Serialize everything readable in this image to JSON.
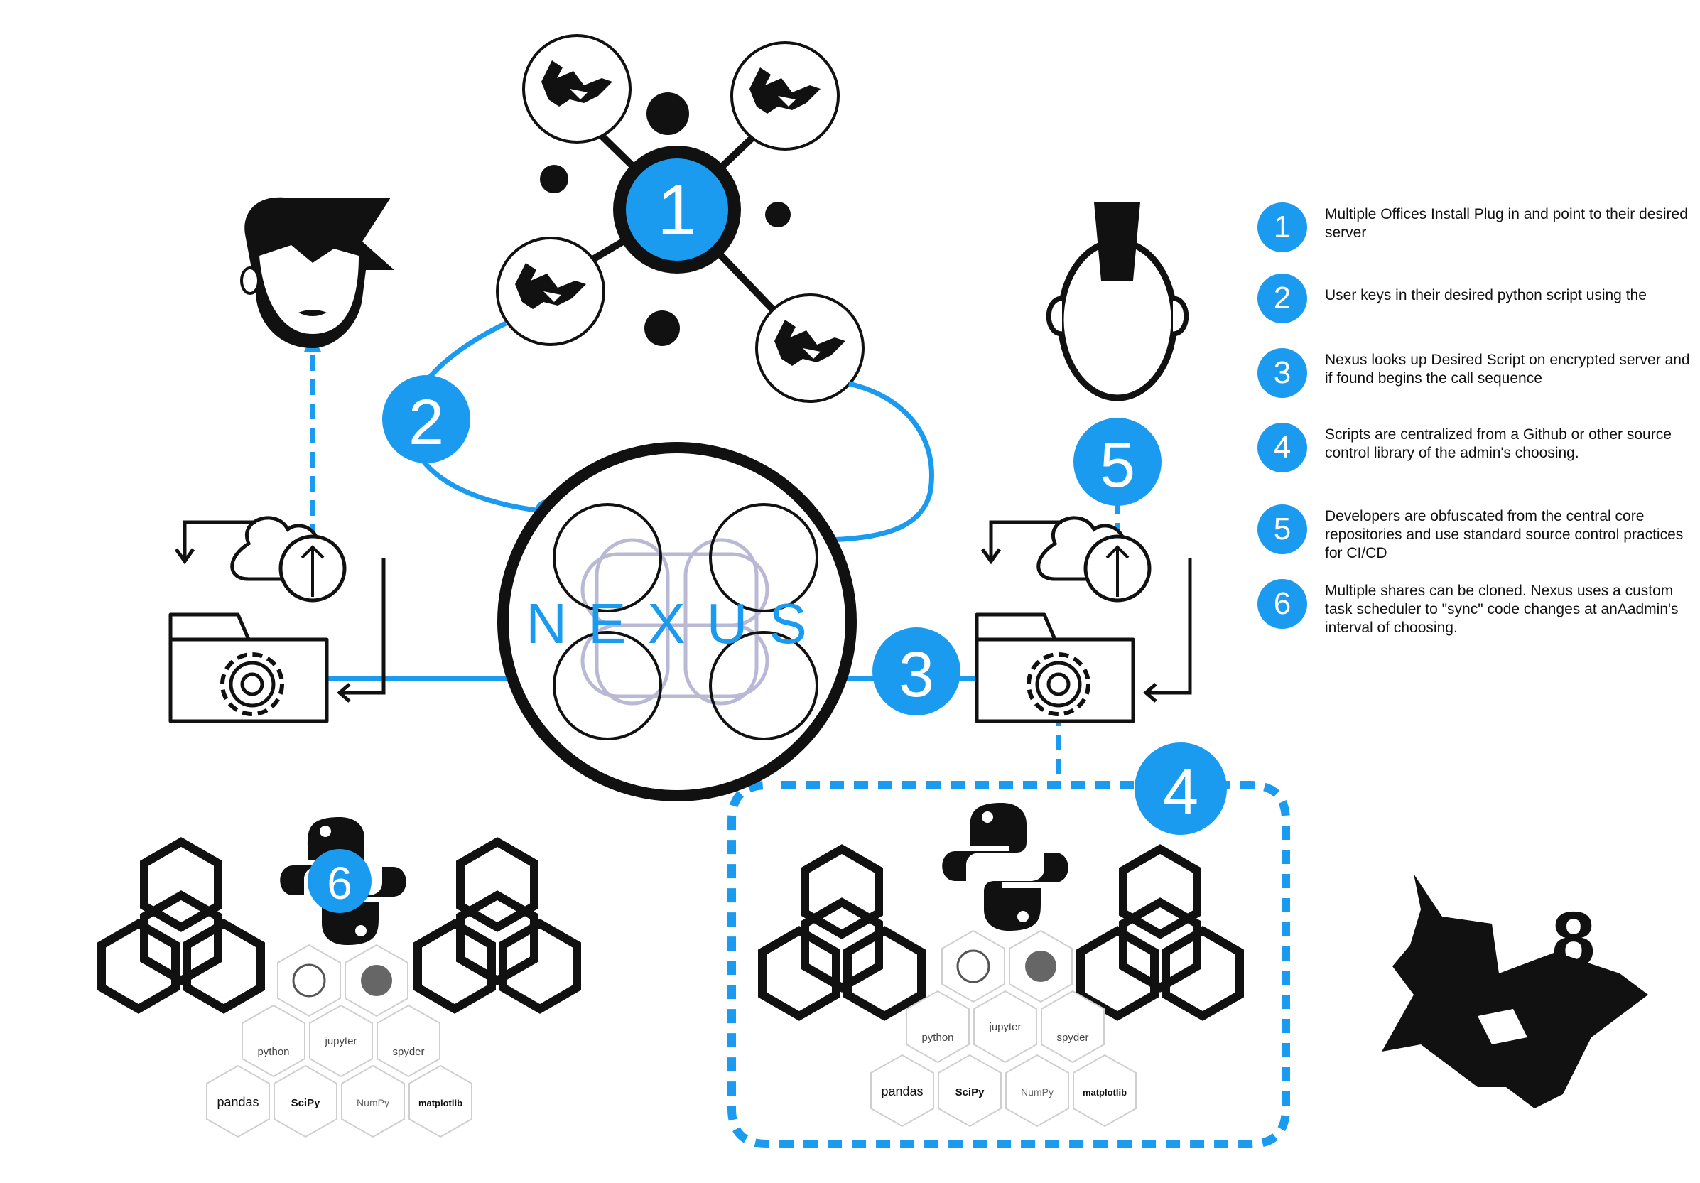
{
  "colors": {
    "accent": "#1a9bf0",
    "ink": "#111111",
    "logo_ghost": "#b9b9d6"
  },
  "badges": {
    "b1": "1",
    "b2": "2",
    "b3": "3",
    "b4": "4",
    "b5": "5",
    "b6": "6"
  },
  "center_logo": {
    "text": "NEXUS"
  },
  "rhino_version": "8",
  "legend": [
    {
      "num": "1",
      "text": "Multiple Offices Install Plug in and point to their desired server"
    },
    {
      "num": "2",
      "text": "User keys in their desired python script using the"
    },
    {
      "num": "3",
      "text": "Nexus looks up Desired Script on encrypted server and if found begins the call sequence"
    },
    {
      "num": "4",
      "text": "Scripts are centralized from a Github or other source control library of the admin's choosing."
    },
    {
      "num": "5",
      "text": "Developers are obfuscated from the central core repositories and use standard source control practices for CI/CD"
    },
    {
      "num": "6",
      "text": "Multiple shares can be cloned. Nexus uses a custom task scheduler to \"sync\" code changes at anAadmin's interval of choosing."
    }
  ],
  "library_tiles": {
    "python": "python",
    "jupyter": "jupyter",
    "spyder": "spyder",
    "pandas": "pandas",
    "scipy": "SciPy",
    "numpy": "NumPy",
    "matplotlib": "matplotlib"
  },
  "icons": [
    "rhino-icon",
    "user-woman-icon",
    "user-developer-icon",
    "cloud-upload-icon",
    "folder-gear-icon",
    "python-logo-icon",
    "hexagon-cluster-icon"
  ]
}
